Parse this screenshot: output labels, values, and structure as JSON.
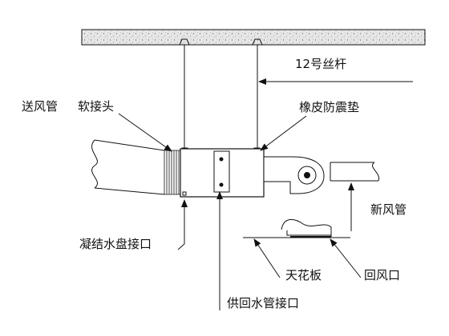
{
  "labels": {
    "rod": "12号丝杆",
    "supply_duct": "送风管",
    "flex_joint": "软接头",
    "rubber_pad": "橡皮防震垫",
    "fresh_air_duct": "新风管",
    "condensate_outlet": "凝结水盘接口",
    "ceiling": "天花板",
    "return_air": "回风口",
    "water_connection": "供回水管接口"
  },
  "colors": {
    "line": "#111111",
    "concrete_fill": "#e6e6e6",
    "background": "#ffffff"
  }
}
